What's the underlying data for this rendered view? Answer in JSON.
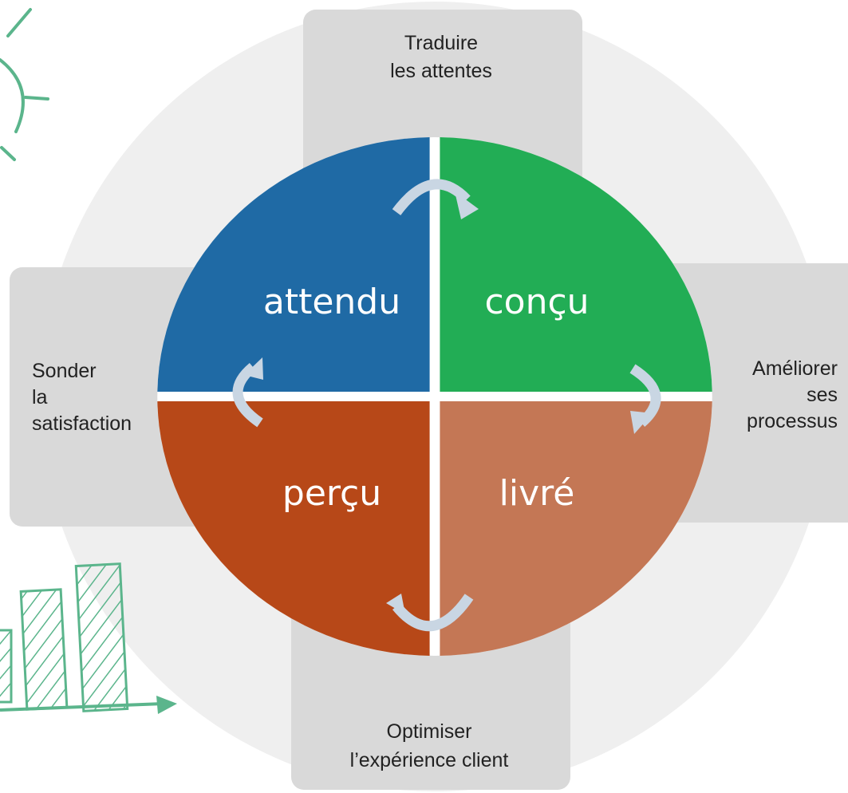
{
  "boxes": {
    "top": {
      "line1": "Traduire",
      "line2": "les attentes"
    },
    "left": {
      "line1": "Sonder",
      "line2": "la",
      "line3": "satisfaction"
    },
    "right": {
      "line1": "Améliorer",
      "line2": "ses",
      "line3": "processus"
    },
    "bottom": {
      "line1": "Optimiser",
      "line2": "l’expérience client"
    }
  },
  "quadrants": {
    "top_left": {
      "label": "attendu",
      "color": "#1f6aa5"
    },
    "top_right": {
      "label": "conçu",
      "color": "#22ad55"
    },
    "bottom_left": {
      "label": "perçu",
      "color": "#b74818"
    },
    "bottom_right": {
      "label": "livré",
      "color": "#c47755"
    }
  },
  "colors": {
    "background_ring": "#efefef",
    "box_fill": "#d9d9d9",
    "arrow": "#c9d6e3",
    "decor": "#5bb58c"
  },
  "decorations": [
    "sun-icon",
    "bar-chart-sketch-icon"
  ]
}
